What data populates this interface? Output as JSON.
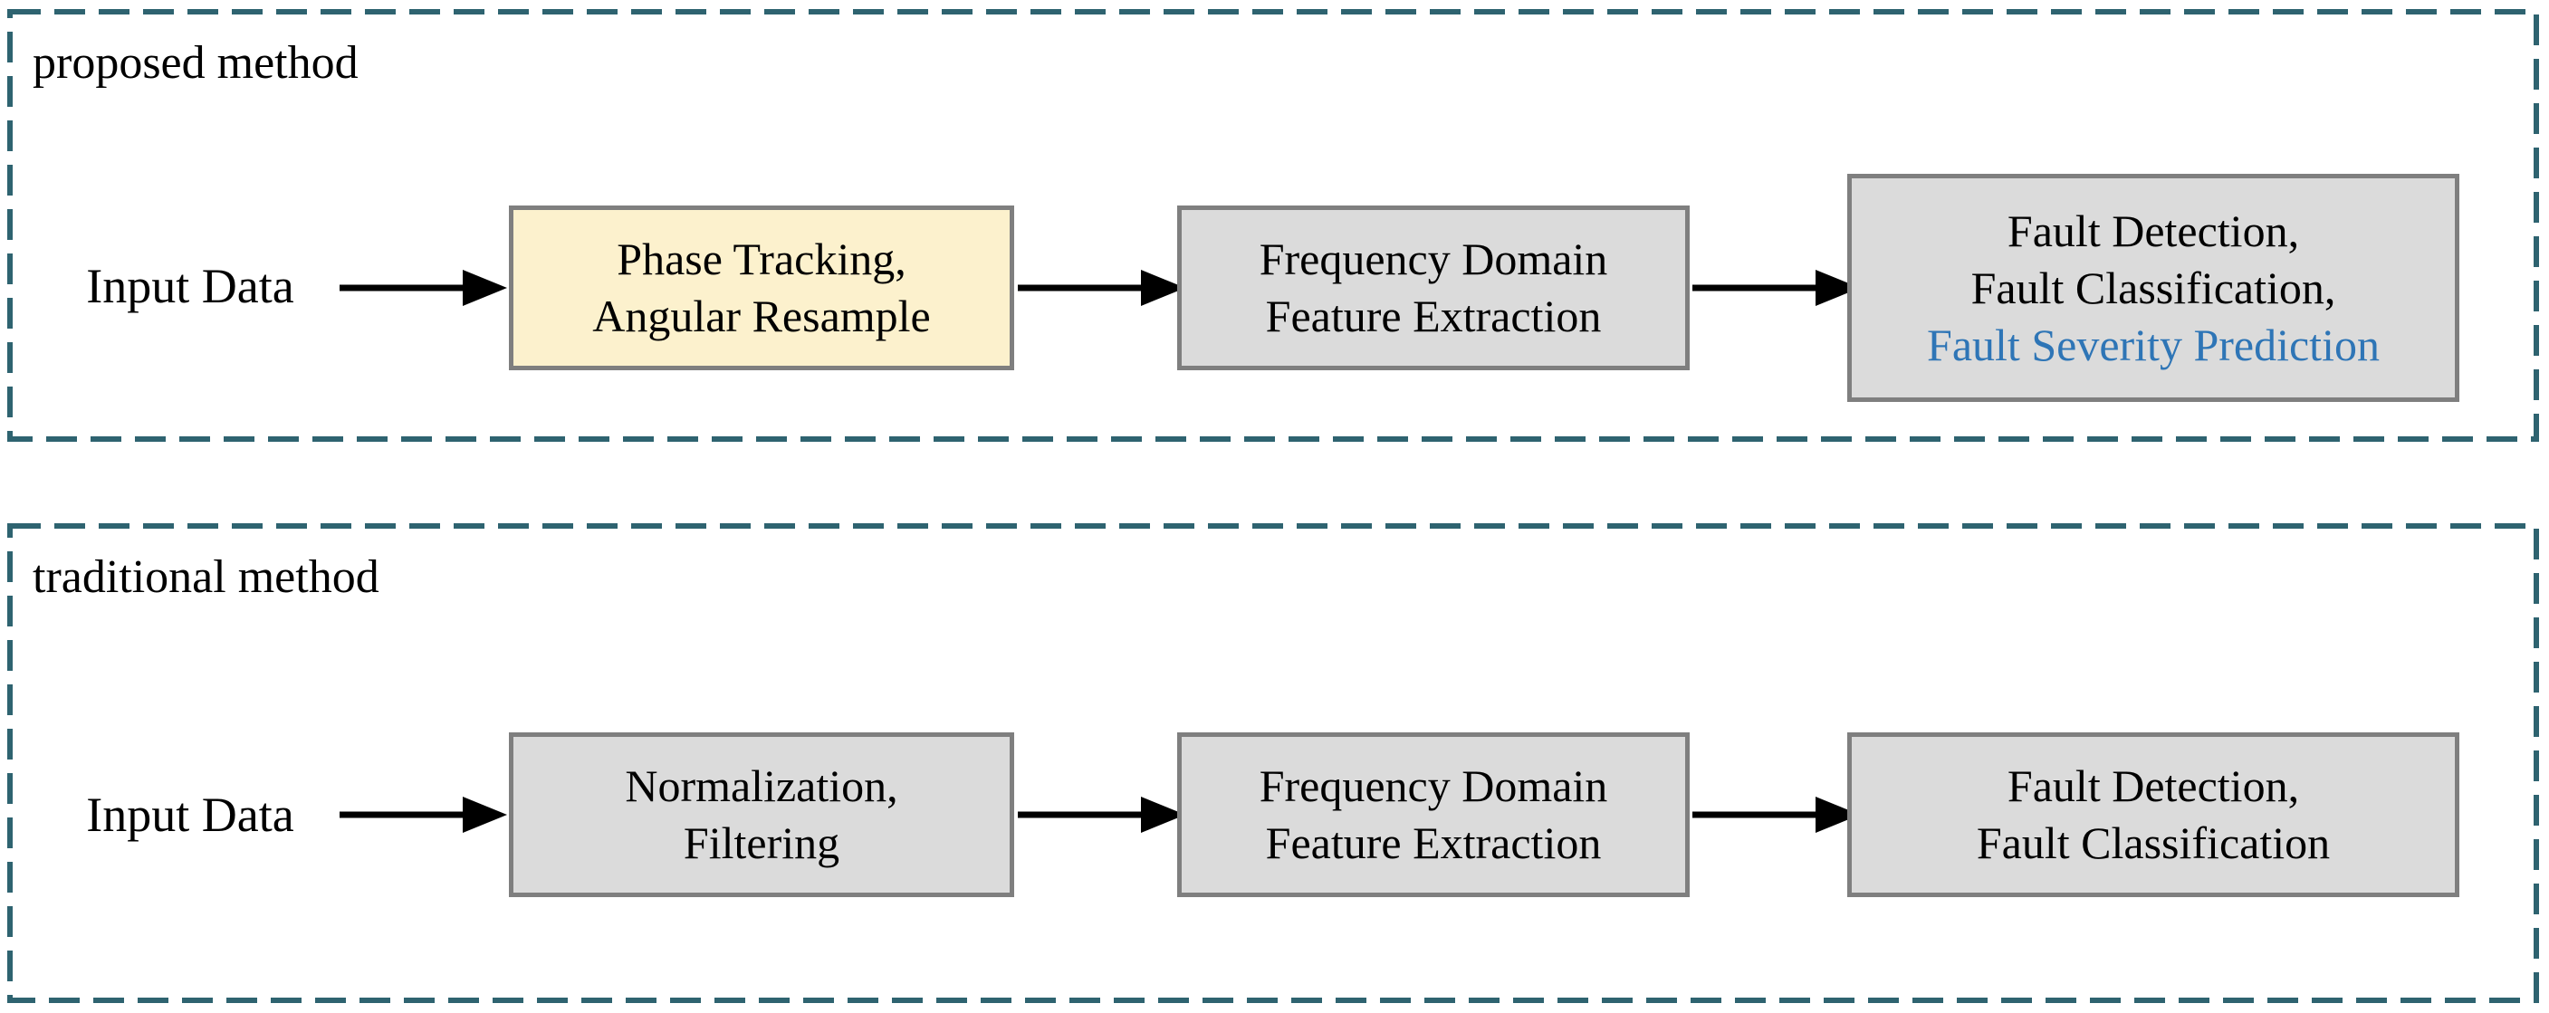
{
  "colors": {
    "panel_border": "#2E6370",
    "box_border": "#7F7F7F",
    "gray_fill": "#DBDBDB",
    "yellow_fill": "#FCF1CD",
    "highlight_text": "#2E75B6",
    "arrow": "#000000",
    "text": "#000000",
    "background": "#FFFFFF"
  },
  "panels": [
    {
      "label": "proposed method",
      "input_label": "Input Data",
      "boxes": [
        {
          "lines": [
            "Phase Tracking,",
            "Angular Resample"
          ]
        },
        {
          "lines": [
            "Frequency Domain",
            "Feature Extraction"
          ]
        },
        {
          "lines": [
            "Fault Detection,",
            "Fault Classification,",
            "Fault Severity Prediction"
          ]
        }
      ]
    },
    {
      "label": "traditional method",
      "input_label": "Input Data",
      "boxes": [
        {
          "lines": [
            "Normalization,",
            "Filtering"
          ]
        },
        {
          "lines": [
            "Frequency Domain",
            "Feature Extraction"
          ]
        },
        {
          "lines": [
            "Fault Detection,",
            "Fault Classification"
          ]
        }
      ]
    }
  ]
}
